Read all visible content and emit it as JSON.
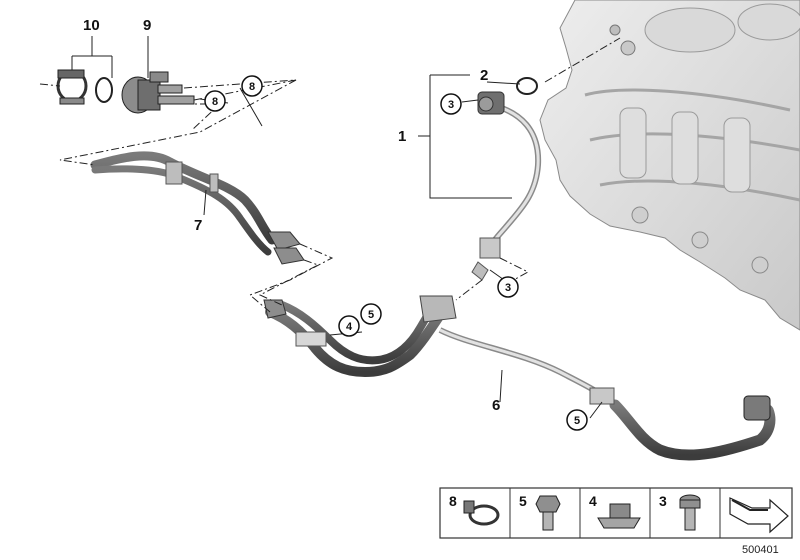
{
  "diagram": {
    "diagram_id": "500401",
    "callouts": {
      "c1": "1",
      "c2": "2",
      "c3a": "3",
      "c3b": "3",
      "c4": "4",
      "c5a": "5",
      "c5b": "5",
      "c6": "6",
      "c7": "7",
      "c8a": "8",
      "c8b": "8",
      "c9": "9",
      "c10": "10"
    },
    "legend": {
      "items": [
        {
          "number": "8",
          "icon": "hose-clamp-icon"
        },
        {
          "number": "5",
          "icon": "hex-bolt-icon"
        },
        {
          "number": "4",
          "icon": "clip-nut-icon"
        },
        {
          "number": "3",
          "icon": "torx-screw-icon"
        },
        {
          "number": "",
          "icon": "arrow-icon"
        }
      ]
    }
  }
}
